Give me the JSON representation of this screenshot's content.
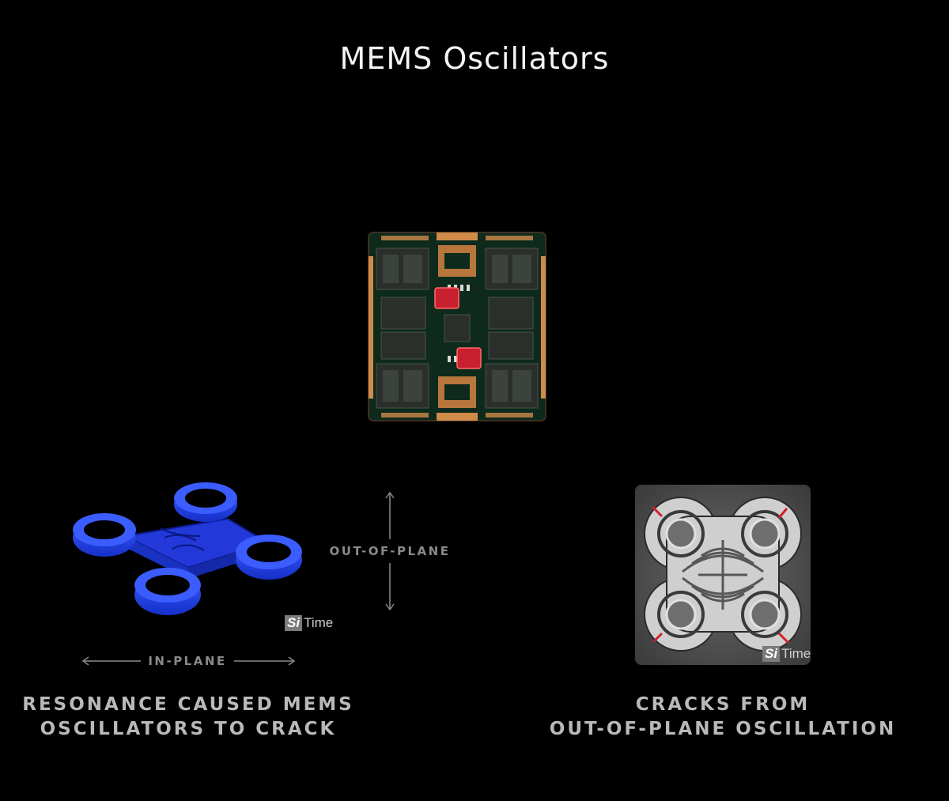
{
  "title": "MEMS Oscillators",
  "left_panel": {
    "caption_line1": "RESONANCE CAUSED MEMS",
    "caption_line2": "OSCILLATORS TO CRACK",
    "in_plane_label": "IN-PLANE",
    "out_of_plane_label": "OUT-OF-PLANE",
    "logo_si": "Si",
    "logo_time": "Time"
  },
  "right_panel": {
    "caption_line1": "CRACKS FROM",
    "caption_line2": "OUT-OF-PLANE OSCILLATION",
    "logo_si": "Si",
    "logo_time": "Time"
  },
  "colors": {
    "background": "#000000",
    "resonator_blue": "#2a4cf0",
    "highlight_red": "#c8202e",
    "board_green": "#0d2a1c",
    "copper": "#d08a4a"
  }
}
